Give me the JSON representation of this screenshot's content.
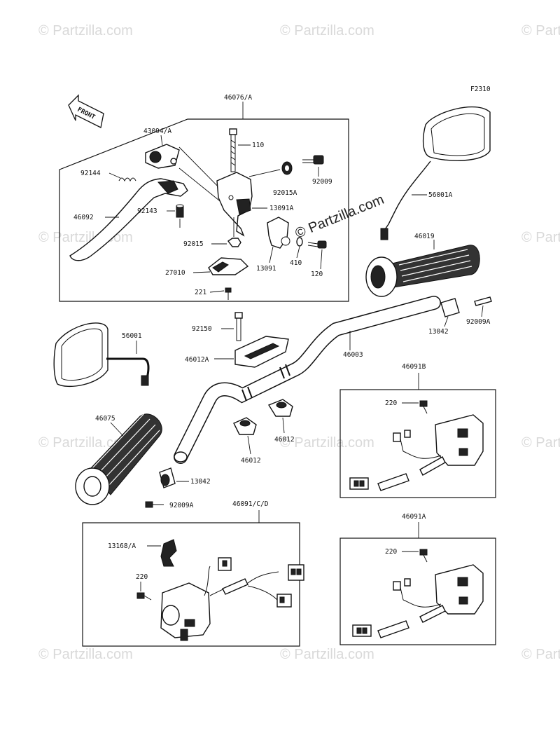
{
  "diagram_code": "F2310",
  "front_label": "FRONT",
  "watermark": "© Partzilla.com",
  "watermark_center": "© Partzilla.com",
  "parts": {
    "p46076A": "46076/A",
    "p43094A": "43094/A",
    "p110": "110",
    "p92144": "92144",
    "p92009": "92009",
    "p92015A": "92015A",
    "p46092": "46092",
    "p92143": "92143",
    "p13091A": "13091A",
    "p92015": "92015",
    "p27010": "27010",
    "p13091": "13091",
    "p410": "410",
    "p120": "120",
    "p221": "221",
    "p56001A": "56001A",
    "p46019": "46019",
    "p13042a": "13042",
    "p92009Aa": "92009A",
    "p92150": "92150",
    "p46003": "46003",
    "p56001": "56001",
    "p46012A": "46012A",
    "p46091B": "46091B",
    "p220a": "220",
    "p46075": "46075",
    "p46012a": "46012",
    "p46012b": "46012",
    "p13042b": "13042",
    "p92009Ab": "92009A",
    "p46091CD": "46091/C/D",
    "p46091A": "46091A",
    "p13168A": "13168/A",
    "p220b": "220",
    "p220c": "220"
  }
}
